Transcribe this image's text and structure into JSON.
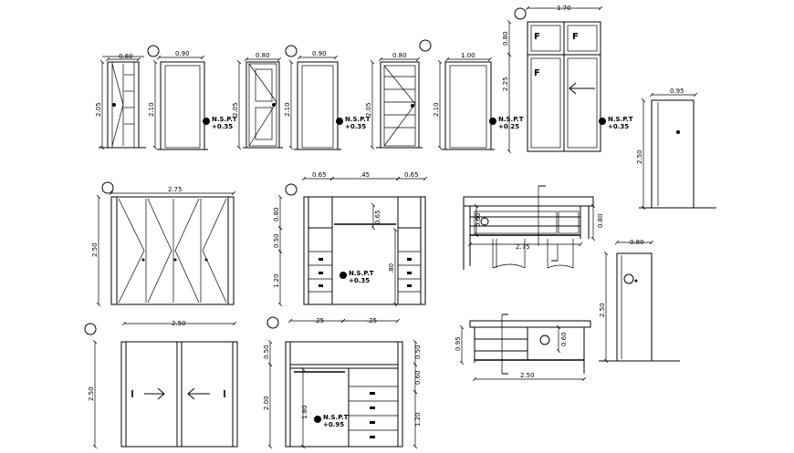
{
  "door_a": {
    "width": "0.80",
    "height": "2.05"
  },
  "door_b": {
    "width": "0.90",
    "height": "2.10",
    "level_label": "N.S.P.T",
    "level_value": "+0.35"
  },
  "door_c": {
    "width": "0.80",
    "height": "2.05"
  },
  "door_d": {
    "width": "0.90",
    "height": "2.10",
    "level_label": "N.S.P.T",
    "level_value": "+0.35"
  },
  "door_e": {
    "width": "0.80",
    "height": "2.05"
  },
  "door_f": {
    "width": "1.00",
    "height": "2.10",
    "level_label": "N.S.P.T",
    "level_value": "+0.25"
  },
  "cabinet_tall": {
    "width": "1.70",
    "top_height": "0.80",
    "height": "2.25",
    "panel_label": "F",
    "level_label": "N.S.P.T",
    "level_value": "+0.35"
  },
  "door_right": {
    "width": "0.95",
    "height": "2.50"
  },
  "folding_wardrobe": {
    "width": "2.75",
    "height": "2.50"
  },
  "closet_elevation": {
    "widths": [
      "0.65",
      ".45",
      "0.65"
    ],
    "left_heights": [
      "0.80",
      "0.50",
      "1.20"
    ],
    "right_heights": [
      "0.65",
      ".80"
    ],
    "level_label": "N.S.P.T",
    "level_value": "+0.35"
  },
  "closet_section": {
    "heights": [
      "0.60",
      "0.80"
    ],
    "width": "2.75"
  },
  "sliding_wardrobe": {
    "width": "2.50",
    "height": "2.50"
  },
  "closet_bottom": {
    "widths": [
      ".25",
      ".25"
    ],
    "left_heights": [
      "0.50",
      "2.00",
      "1.80"
    ],
    "right_heights": [
      "0.50",
      "0.60",
      "1.20"
    ],
    "level_label": "N.S.P.T",
    "level_value": "+0.95"
  },
  "counter_elevation": {
    "height_left": "0.95",
    "height_inner": "0.60",
    "width": "2.50"
  },
  "door_small": {
    "width": "0.80",
    "height": "2.50"
  }
}
